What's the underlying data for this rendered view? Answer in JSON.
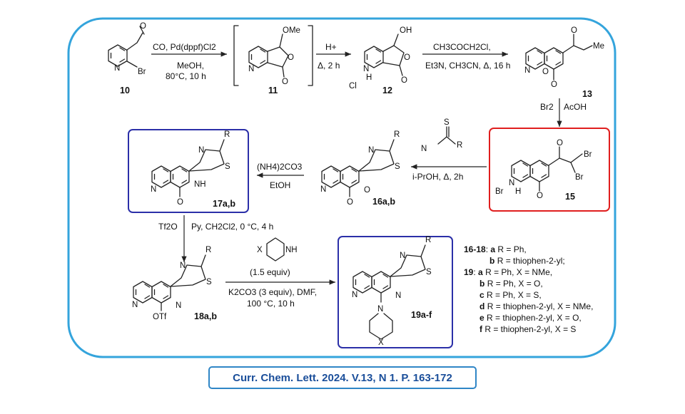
{
  "colors": {
    "outer_frame": "#34a4dc",
    "box_17": "#2b2fa8",
    "box_15": "#e01e1e",
    "box_19": "#2b2fa8",
    "citation": "#1a4e9a"
  },
  "compounds": {
    "c10": "10",
    "c11": "11",
    "c12": "12",
    "c13": "13",
    "c15": "15",
    "c16": "16a,b",
    "c17": "17a,b",
    "c18": "18a,b",
    "c19": "19a-f"
  },
  "atoms": {
    "N": "N",
    "O": "O",
    "S": "S",
    "R": "R",
    "Br": "Br",
    "Me": "Me",
    "OMe": "OMe",
    "OH": "OH",
    "H": "H",
    "NH": "NH",
    "X": "X",
    "OTf": "OTf",
    "Br_minus": "Br",
    "Cl_minus": "Cl",
    "plus": "+",
    "minus": "−"
  },
  "conditions": {
    "step1_above": "CO, Pd(dppf)Cl2",
    "step1_below1": "MeOH,",
    "step1_below2": "80°C, 10 h",
    "step2_above": "H+",
    "step2_below": "Δ, 2 h",
    "step3_above": "CH3COCH2Cl,",
    "step3_below": "Et3N, CH3CN, Δ, 16 h",
    "step4_left": "Br2",
    "step4_right": "AcOH",
    "step5_below": "i-PrOH, Δ, 2h",
    "step6_above": "(NH4)2CO3",
    "step6_below": "EtOH",
    "step7_left": "Tf2O",
    "step7_right": "Py, CH2Cl2, 0 °C, 4 h",
    "step8_amine": "(1.5 equiv)",
    "step8_below1": "K2CO3 (3 equiv), DMF,",
    "step8_below2": "100 °C, 10 h"
  },
  "legend": {
    "l1_bold": "16-18",
    "l1_a": "a",
    "l1_a_text": "R = Ph,",
    "l2_b": "b",
    "l2_b_text": "R = thiophen-2-yl;",
    "l3_bold": "19",
    "l3_a": "a",
    "l3_a_text": "R = Ph, X = NMe,",
    "l4_b": "b",
    "l4_text": "R = Ph, X = O,",
    "l5_c": "c",
    "l5_text": "R = Ph, X = S,",
    "l6_d": "d",
    "l6_text": "R = thiophen-2-yl, X = NMe,",
    "l7_e": "e",
    "l7_text": "R = thiophen-2-yl, X = O,",
    "l8_f": "f",
    "l8_text": "R = thiophen-2-yl, X = S"
  },
  "citation": "Curr. Chem. Lett. 2024. V.13, N 1. P. 163-172"
}
